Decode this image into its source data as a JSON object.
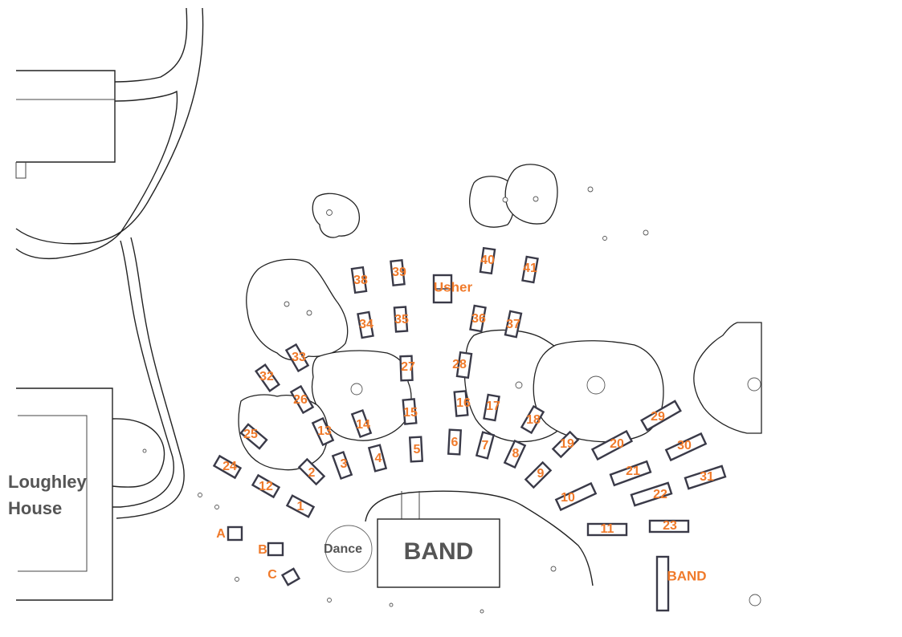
{
  "map": {
    "house_label_line1": "Loughley",
    "house_label_line2": "House",
    "band_stage_label": "BAND",
    "dance_label": "Dance",
    "usher_label": "Usher",
    "side_band_label": "BAND",
    "small_tables": [
      "A",
      "B",
      "C"
    ],
    "tables": [
      "1",
      "2",
      "3",
      "4",
      "5",
      "6",
      "7",
      "8",
      "9",
      "10",
      "11",
      "12",
      "13",
      "14",
      "15",
      "16",
      "17",
      "18",
      "19",
      "20",
      "21",
      "22",
      "23",
      "24",
      "25",
      "26",
      "27",
      "28",
      "29",
      "30",
      "31",
      "32",
      "33",
      "34",
      "35",
      "36",
      "37",
      "38",
      "39",
      "40",
      "41"
    ],
    "colors": {
      "label": "#f07a2a",
      "outline": "#222222",
      "table_border": "#3a3a48",
      "text_gray": "#555555"
    }
  }
}
